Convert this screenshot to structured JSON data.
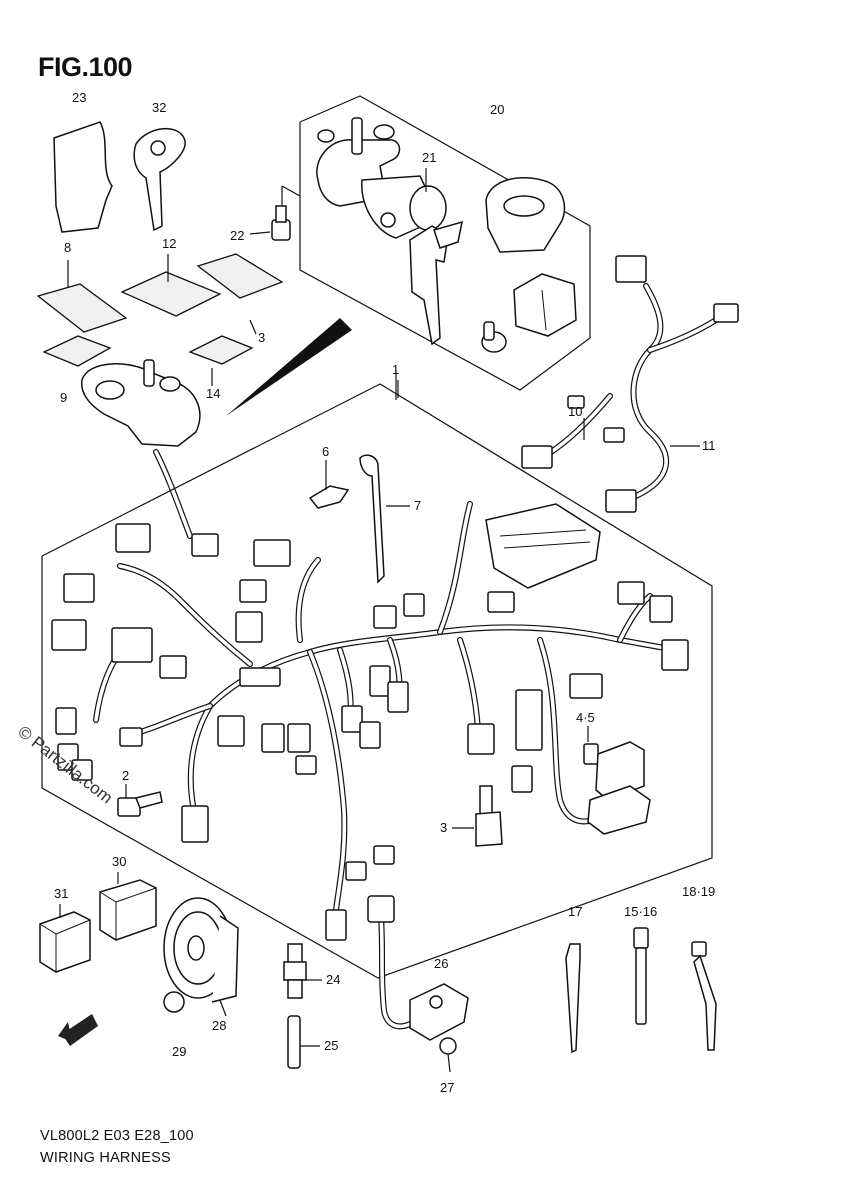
{
  "figure": {
    "title": "FIG.100"
  },
  "watermark": "© Partzilla.com",
  "footer": {
    "model_code": "VL800L2 E03 E28_100",
    "section_name": "WIRING HARNESS"
  },
  "part_labels": {
    "p23": "23",
    "p32": "32",
    "p20": "20",
    "p21": "21",
    "p22": "22",
    "p8": "8",
    "p12": "12",
    "p3a": "3",
    "p9": "9",
    "p14": "14",
    "p1": "1",
    "p10": "10",
    "p11": "11",
    "p6": "6",
    "p7": "7",
    "p2": "2",
    "p45": "4·5",
    "p3b": "3",
    "p30": "30",
    "p31": "31",
    "p17": "17",
    "p1516": "15·16",
    "p1819": "18·19",
    "p24": "24",
    "p25": "25",
    "p26": "26",
    "p27": "27",
    "p28": "28",
    "p29": "29"
  },
  "icons": {
    "front_arrow": "front-direction-arrow-icon"
  }
}
